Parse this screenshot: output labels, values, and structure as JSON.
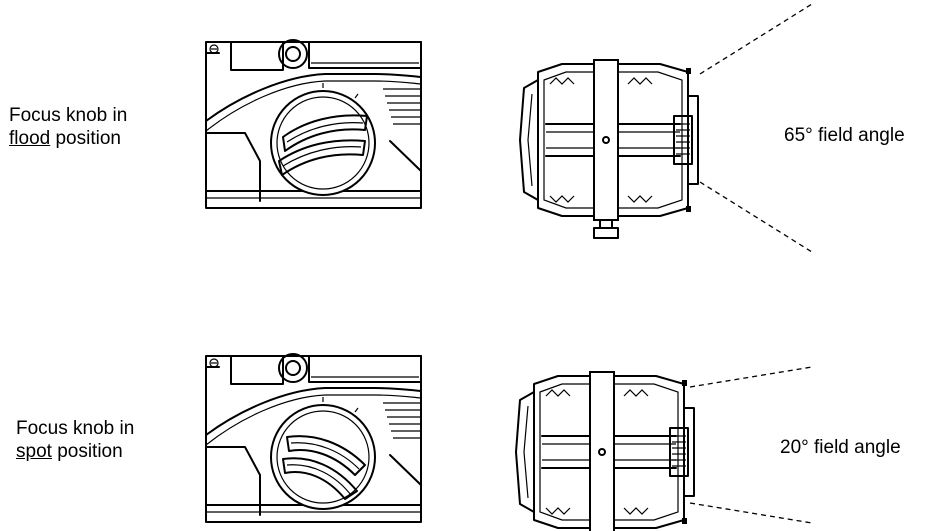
{
  "rows": [
    {
      "id": "flood",
      "caption": {
        "line1": "Focus knob in",
        "underlined": "flood",
        "rest": " position"
      },
      "angle_label": "65° field angle"
    },
    {
      "id": "spot",
      "caption": {
        "line1": "Focus knob in",
        "underlined": "spot",
        "rest": " position"
      },
      "angle_label": "20° field angle"
    }
  ]
}
